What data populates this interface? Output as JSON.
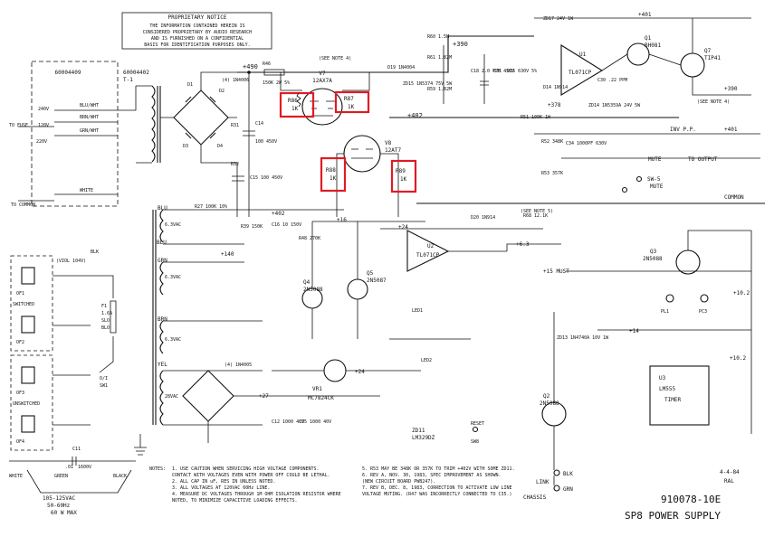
{
  "notice": {
    "title": "PROPRIETARY NOTICE",
    "lines": [
      "THE INFORMATION CONTAINED HEREIN IS",
      "CONSIDERED PROPRIETARY BY AUDIO RESEARCH",
      "AND IS FURNISHED ON A CONFIDENTIAL",
      "BASIS FOR IDENTIFICATION PURPOSES ONLY."
    ]
  },
  "transformers": {
    "t2_part": "60004409",
    "t1_part": "60004402",
    "t1_label": "T-1",
    "primary": [
      "240V",
      "120V",
      "220V"
    ],
    "tap_wires": [
      "BLU/WHT",
      "BRN/WHT",
      "GRN/WHT"
    ],
    "white": "WHITE",
    "to_fuse": "TO FUSE",
    "to_common": "TO COMMON"
  },
  "tubes": {
    "v7": [
      "V7",
      "12AX7A"
    ],
    "v8": [
      "V8",
      "12AT7"
    ],
    "see_note_4": "(SEE NOTE 4)"
  },
  "highlighted": [
    {
      "ref": "R86",
      "value": "1K"
    },
    {
      "ref": "R87",
      "value": "1K"
    },
    {
      "ref": "R88",
      "value": "1K"
    },
    {
      "ref": "R89",
      "value": "1K"
    }
  ],
  "rails": {
    "plus490": "+490",
    "plus390": "+390",
    "plus378": "+378",
    "plus402": "+402",
    "plus16": "+16",
    "plus24": "+24",
    "plus140": "+140",
    "plus6_3": "+6.3",
    "plus15": "+15 MUST",
    "plus14": "+14",
    "plus10_2": "+10.2",
    "plus27": "+27"
  },
  "outputs": {
    "plus390_out": "+390",
    "see_note4": "(SEE NOTE 4)",
    "inv_pp": "INV P.P.",
    "val_4": "+401",
    "mute": "MUTE",
    "to_output": "TO OUTPUT",
    "common": "COMMON",
    "sw5": "SW-5",
    "sw5_mute": "MUTE"
  },
  "semis": {
    "u1": [
      "U1",
      "TL071CP"
    ],
    "u2": [
      "U2",
      "TL071CP"
    ],
    "u3": [
      "U3",
      "LM555",
      "TIMER"
    ],
    "q1": [
      "Q1",
      "BH081"
    ],
    "q7": [
      "Q7",
      "TIP41"
    ],
    "q4": [
      "Q4",
      "2N5088"
    ],
    "q5": [
      "Q5",
      "2N5087"
    ],
    "q2": [
      "Q2",
      "2N5088"
    ],
    "q3": [
      "Q3",
      "2N5088"
    ],
    "vr1": [
      "VR1",
      "MC7824CK"
    ],
    "zd11": [
      "ZD11",
      "LM329DZ"
    ]
  },
  "left_block": {
    "of1": "OF1",
    "switched": "SWITCHED",
    "of2": "OF2",
    "of3": "OF3",
    "unswitched": "UNSWITCHED",
    "of4": "OF4",
    "blk": "BLK",
    "viol": "(VIOL 104V)",
    "f1": [
      "F1",
      "1.6A",
      "SLO",
      "BLO"
    ],
    "sw_on": "O/I",
    "sw1": "SW1",
    "c11": [
      "C11",
      ".01",
      "1600V"
    ],
    "white": "WHITE",
    "green": "GREEN",
    "black": "BLACK",
    "mains": "105-125VAC",
    "freq": "50-60Hz",
    "power": "60 W MAX"
  },
  "notes": {
    "label": "NOTES:",
    "col1": [
      "1.  USE CAUTION WHEN SERVICING HIGH VOLTAGE COMPONENTS.",
      "    CONTACT WITH VOLTAGES EVEN WITH POWER OFF COULD BE LETHAL.",
      "2.  ALL CAP IN uF, RES IN UNLESS NOTED.",
      "3.  ALL VOLTAGES AT 120VAC 60Hz LINE.",
      "4.  MEASURE DC VOLTAGES THROUGH 1M OHM ISOLATION RESISTOR WHERE",
      "    NOTED, TO MINIMIZE CAPACITIVE LOADING EFFECTS."
    ],
    "col2": [
      "5.  R53 MAY BE 348K OR 357K TO TRIM +402V WITH SOME ZD11.",
      "6.  REV A, NOV. 30, 1983, SPEC IMPROVEMENT AS SHOWN.",
      "    (NEW CIRCUIT BOARD PWB247).",
      "7.  REV B, DEC. 8, 1983, CORRECTION TO ACTIVATE LOW LINE",
      "    VOLTAGE MUTING. (R47 WAS INCORRECTLY CONNECTED TO C35.)"
    ]
  },
  "title_block": {
    "date": "4-4-84",
    "initials": "RAL",
    "drawing_no": "910078-10E",
    "title": "SP8 POWER SUPPLY",
    "link": "LINK",
    "chassis": "CHASSIS",
    "blk": "BLK",
    "grn": "GRN"
  }
}
